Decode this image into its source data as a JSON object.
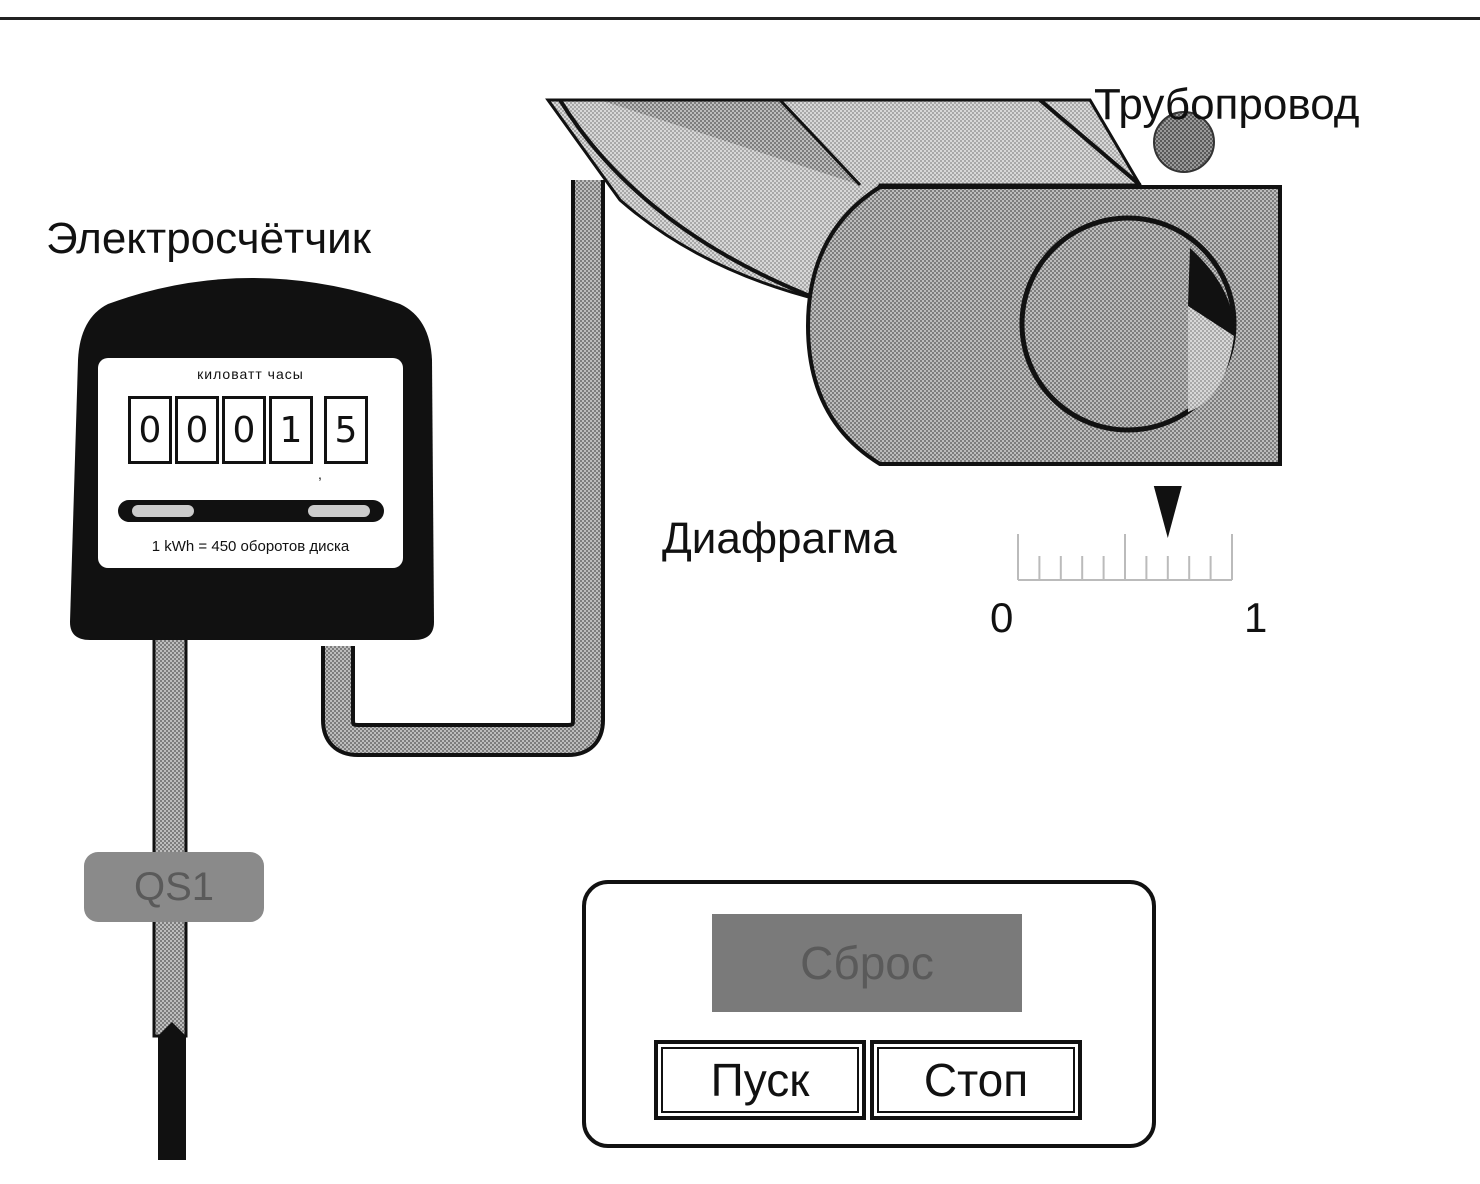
{
  "meter": {
    "title": "Электросчётчик",
    "caption": "киловатт часы",
    "digits": [
      "0",
      "0",
      "0",
      "1",
      "5"
    ],
    "decimal_mark": ",",
    "ratio_text": "1 kWh = 450 оборотов диска"
  },
  "pipeline": {
    "title": "Трубопровод"
  },
  "diaphragm": {
    "title": "Диафрагма",
    "scale_min": "0",
    "scale_max": "1",
    "opening_value": 0.7
  },
  "switch": {
    "label": "QS1"
  },
  "controls": {
    "reset_label": "Сброс",
    "start_label": "Пуск",
    "stop_label": "Стоп"
  }
}
